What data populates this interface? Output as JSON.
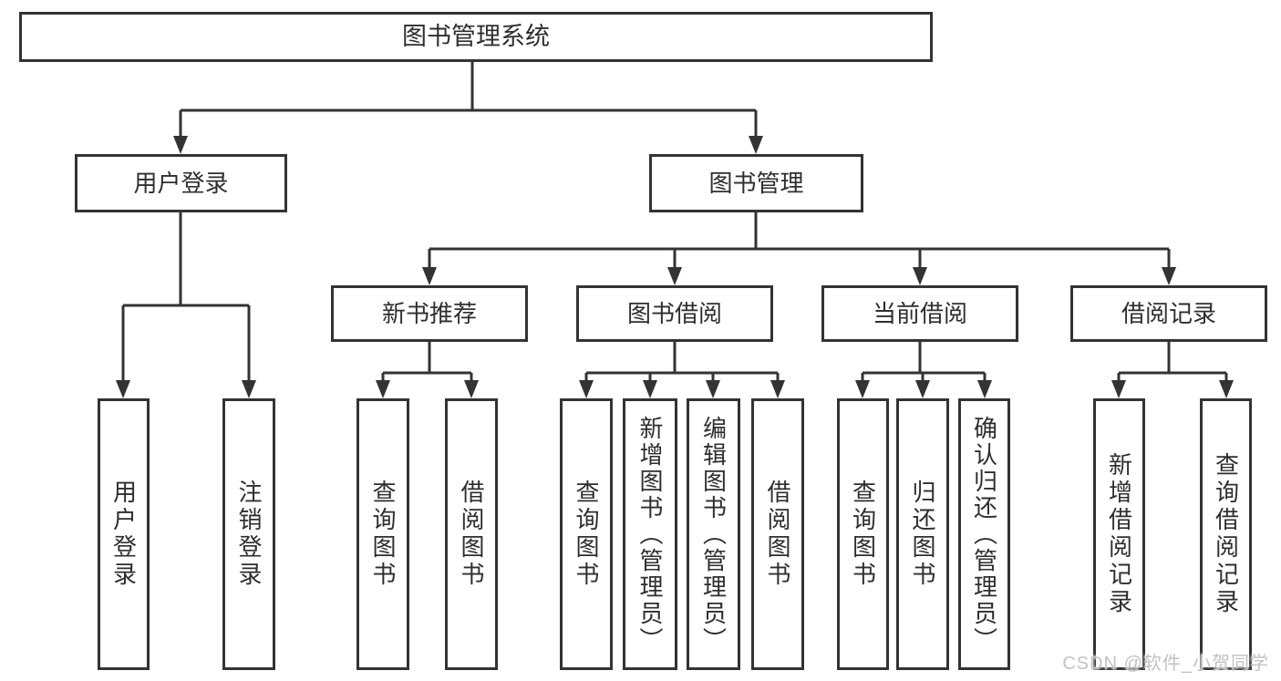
{
  "tree": {
    "label": "图书管理系统",
    "children": [
      {
        "label": "用户登录",
        "children": [
          {
            "label": "用户登录"
          },
          {
            "label": "注销登录"
          }
        ]
      },
      {
        "label": "图书管理",
        "children": [
          {
            "label": "新书推荐",
            "children": [
              {
                "label": "查询图书"
              },
              {
                "label": "借阅图书"
              }
            ]
          },
          {
            "label": "图书借阅",
            "children": [
              {
                "label": "查询图书"
              },
              {
                "label": "新增图书（管理员）"
              },
              {
                "label": "编辑图书（管理员）"
              },
              {
                "label": "借阅图书"
              }
            ]
          },
          {
            "label": "当前借阅",
            "children": [
              {
                "label": "查询图书"
              },
              {
                "label": "归还图书"
              },
              {
                "label": "确认归还（管理员）"
              }
            ]
          },
          {
            "label": "借阅记录",
            "children": [
              {
                "label": "新增借阅记录"
              },
              {
                "label": "查询借阅记录"
              }
            ]
          }
        ]
      }
    ]
  },
  "watermark": "CSDN @软件_小贺同学",
  "colors": {
    "line": "#333333",
    "text": "#2e2e2e",
    "box_background": "#ffffff",
    "watermark": "#c2c2c2"
  }
}
